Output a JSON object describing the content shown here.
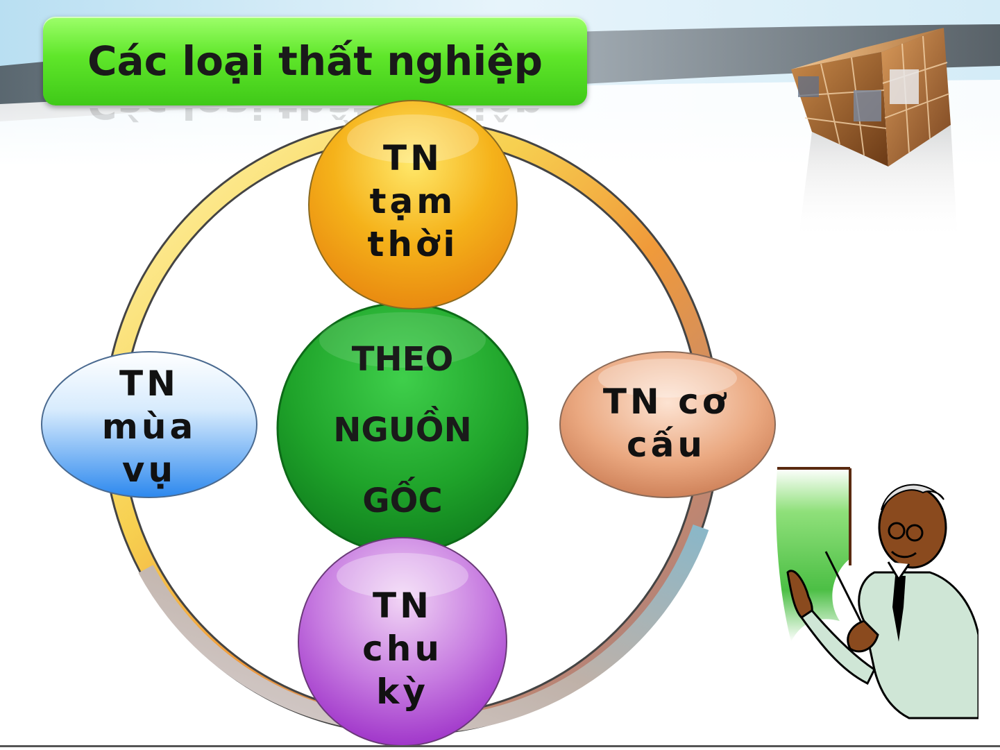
{
  "slide": {
    "title": "Các loại thất nghiệp"
  },
  "diagram": {
    "center": "THEO\nNGUỒN\nGỐC",
    "nodes": {
      "top": "TN\ntạm\nthời",
      "right": "TN cơ\ncấu",
      "bottom": "TN\nchu\nkỳ",
      "left": "TN\nmùa\nvụ"
    }
  },
  "colors": {
    "title_green": "#5fe62a",
    "center_green": "#1fa32a",
    "node_top": "#f7b21a",
    "node_right": "#e9a77d",
    "node_bottom": "#b245d6",
    "node_left": "#4a9df0"
  },
  "icons": {
    "corner_image": "photo-cube-icon",
    "presenter": "teacher-pointing-at-board-icon"
  }
}
